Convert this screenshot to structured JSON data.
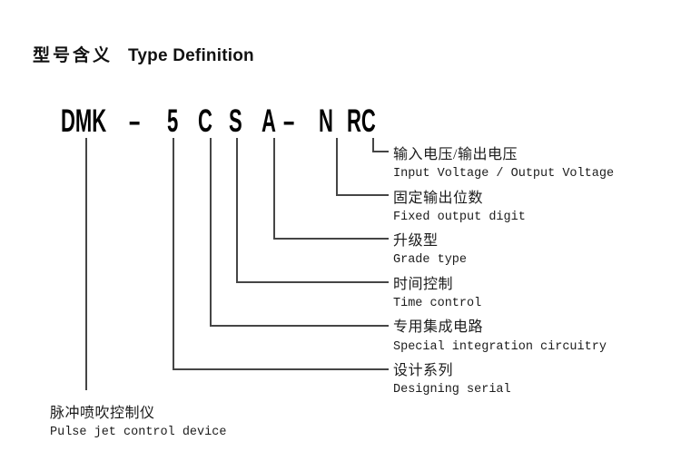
{
  "title": {
    "zh": "型号含义",
    "en": "Type Definition"
  },
  "model_code": {
    "full": "DMK – 5 C S A – N RC",
    "segments": [
      "DMK",
      "–",
      "5",
      "C",
      "S",
      "A",
      "–",
      "N",
      "RC"
    ]
  },
  "definitions": [
    {
      "code": "RC",
      "zh": "输入电压/输出电压",
      "en": "Input Voltage / Output Voltage"
    },
    {
      "code": "N",
      "zh": "固定输出位数",
      "en": "Fixed output digit"
    },
    {
      "code": "A",
      "zh": "升级型",
      "en": "Grade type"
    },
    {
      "code": "S",
      "zh": "时间控制",
      "en": "Time control"
    },
    {
      "code": "C",
      "zh": "专用集成电路",
      "en": "Special integration circuitry"
    },
    {
      "code": "5",
      "zh": "设计系列",
      "en": "Designing serial"
    },
    {
      "code": "DMK",
      "zh": "脉冲喷吹控制仪",
      "en": "Pulse jet control device"
    }
  ],
  "colors": {
    "text": "#1c1c1c",
    "line": "#454545",
    "code": "#000000",
    "background": "#ffffff"
  }
}
